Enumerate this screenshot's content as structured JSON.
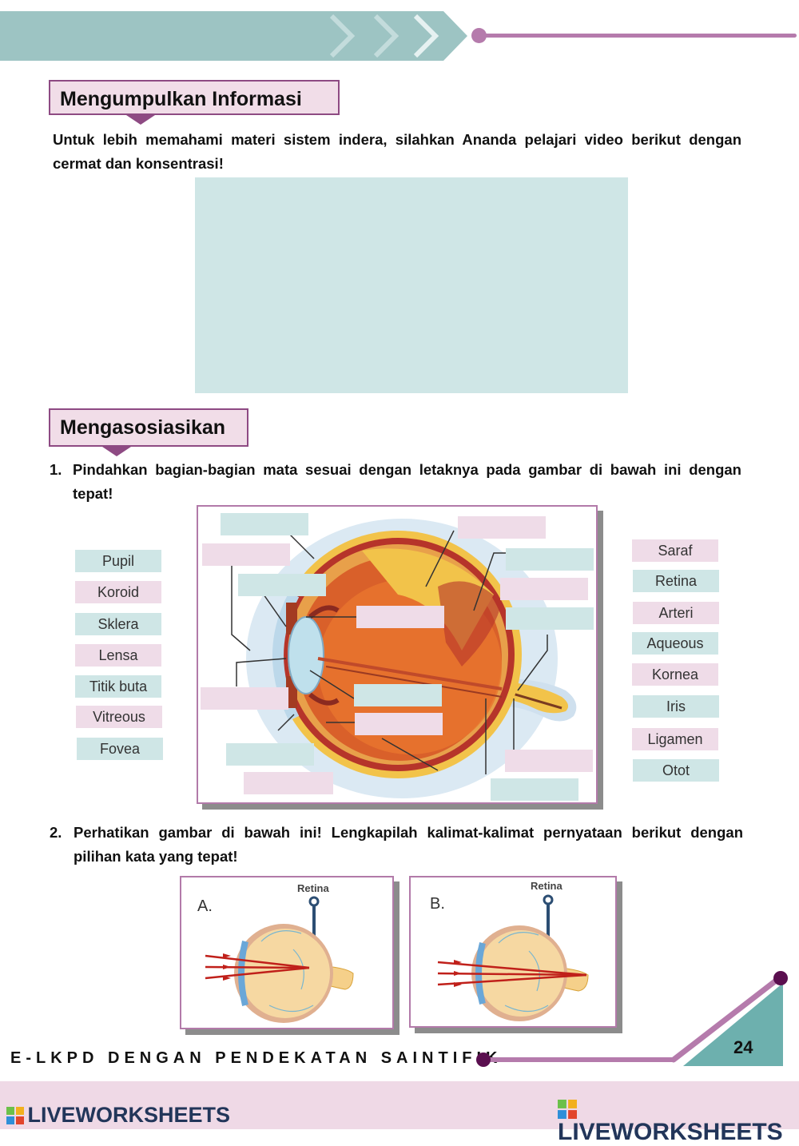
{
  "sections": {
    "info_title": "Mengumpulkan Informasi",
    "info_text": "Untuk lebih memahami materi sistem indera, silahkan Ananda pelajari video berikut dengan cermat dan konsentrasi!",
    "assoc_title": "Mengasosiasikan"
  },
  "questions": [
    {
      "number": "1.",
      "text": "Pindahkan bagian-bagian mata sesuai dengan letaknya pada gambar di bawah ini dengan tepat!"
    },
    {
      "number": "2.",
      "text": "Perhatikan gambar di bawah ini! Lengkapilah kalimat-kalimat pernyataan berikut dengan pilihan kata yang tepat!"
    }
  ],
  "word_bank_left": [
    "Pupil",
    "Koroid",
    "Sklera",
    "Lensa",
    "Titik buta",
    "Vitreous",
    "Fovea"
  ],
  "word_bank_right": [
    "Saraf",
    "Retina",
    "Arteri",
    "Aqueous",
    "Kornea",
    "Iris",
    "Ligamen",
    "Otot"
  ],
  "figures": [
    {
      "letter": "A.",
      "retina_label": "Retina"
    },
    {
      "letter": "B.",
      "retina_label": "Retina"
    }
  ],
  "footer": {
    "title": "E-LKPD DENGAN PENDEKATAN SAINTIFIK",
    "page": "24",
    "brand": "LIVEWORKSHEETS"
  },
  "colors": {
    "teal": "#9dc4c3",
    "pink_tile": "#efdce8",
    "teal_tile": "#cfe6e6",
    "accent_purple": "#b57bac",
    "dark_purple": "#5a0f4f"
  }
}
